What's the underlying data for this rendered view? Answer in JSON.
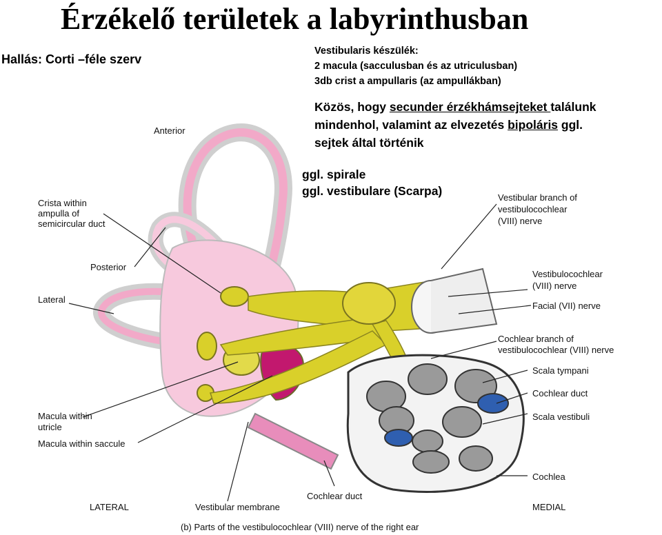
{
  "title": "Érzékelő területek a labyrinthusban",
  "hearing": "Hallás: Corti –féle  szerv",
  "vestibular": {
    "heading": "Vestibularis készülék:",
    "line1": "2 macula (sacculusban és az utriculusban)",
    "line2": "3db crist a ampullaris (az ampullákban)"
  },
  "common": {
    "p1": "Közös, hogy ",
    "u1": "secunder érzékhámsejteket ",
    "p2": "találunk",
    "line2a": "mindenhol, valamint az elvezetés ",
    "u2": "bipoláris",
    "line2b": " ggl.",
    "line3": "sejtek által történik"
  },
  "ganglia": {
    "spirale": "ggl. spirale",
    "vestibulare": "ggl. vestibulare (Scarpa)"
  },
  "labels": {
    "anterior": "Anterior",
    "crista1": "Crista within",
    "crista2": "ampulla of",
    "crista3": "semicircular duct",
    "posterior": "Posterior",
    "lateral": "Lateral",
    "macula_utricle1": "Macula within",
    "macula_utricle2": "utricle",
    "macula_saccule": "Macula within saccule",
    "lateral_side": "LATERAL",
    "vestibular_membrane": "Vestibular membrane",
    "cochlear_duct_bottom": "Cochlear duct",
    "medial": "MEDIAL",
    "vestibular_branch1": "Vestibular branch of",
    "vestibular_branch2": "vestibulocochlear",
    "vestibular_branch3": "(VIII) nerve",
    "vestibulocochlear1": "Vestibulocochlear",
    "vestibulocochlear2": "(VIII) nerve",
    "facial": "Facial (VII) nerve",
    "cochlear_branch1": "Cochlear branch of",
    "cochlear_branch2": "vestibulocochlear (VIII) nerve",
    "scala_tympani": "Scala tympani",
    "cochlear_duct": "Cochlear duct",
    "scala_vestibuli": "Scala vestibuli",
    "cochlea": "Cochlea",
    "caption": "(b) Parts of the vestibulocochlear (VIII) nerve of the right ear"
  },
  "colors": {
    "labyrinth_pink": "#f2a9c8",
    "membrane_pink": "#f7c9dd",
    "nerve_yellow": "#d9d02a",
    "cochlea_gray": "#8c8c8c",
    "duct_blue": "#2f5fb0",
    "saccule_magenta": "#c2186e"
  }
}
